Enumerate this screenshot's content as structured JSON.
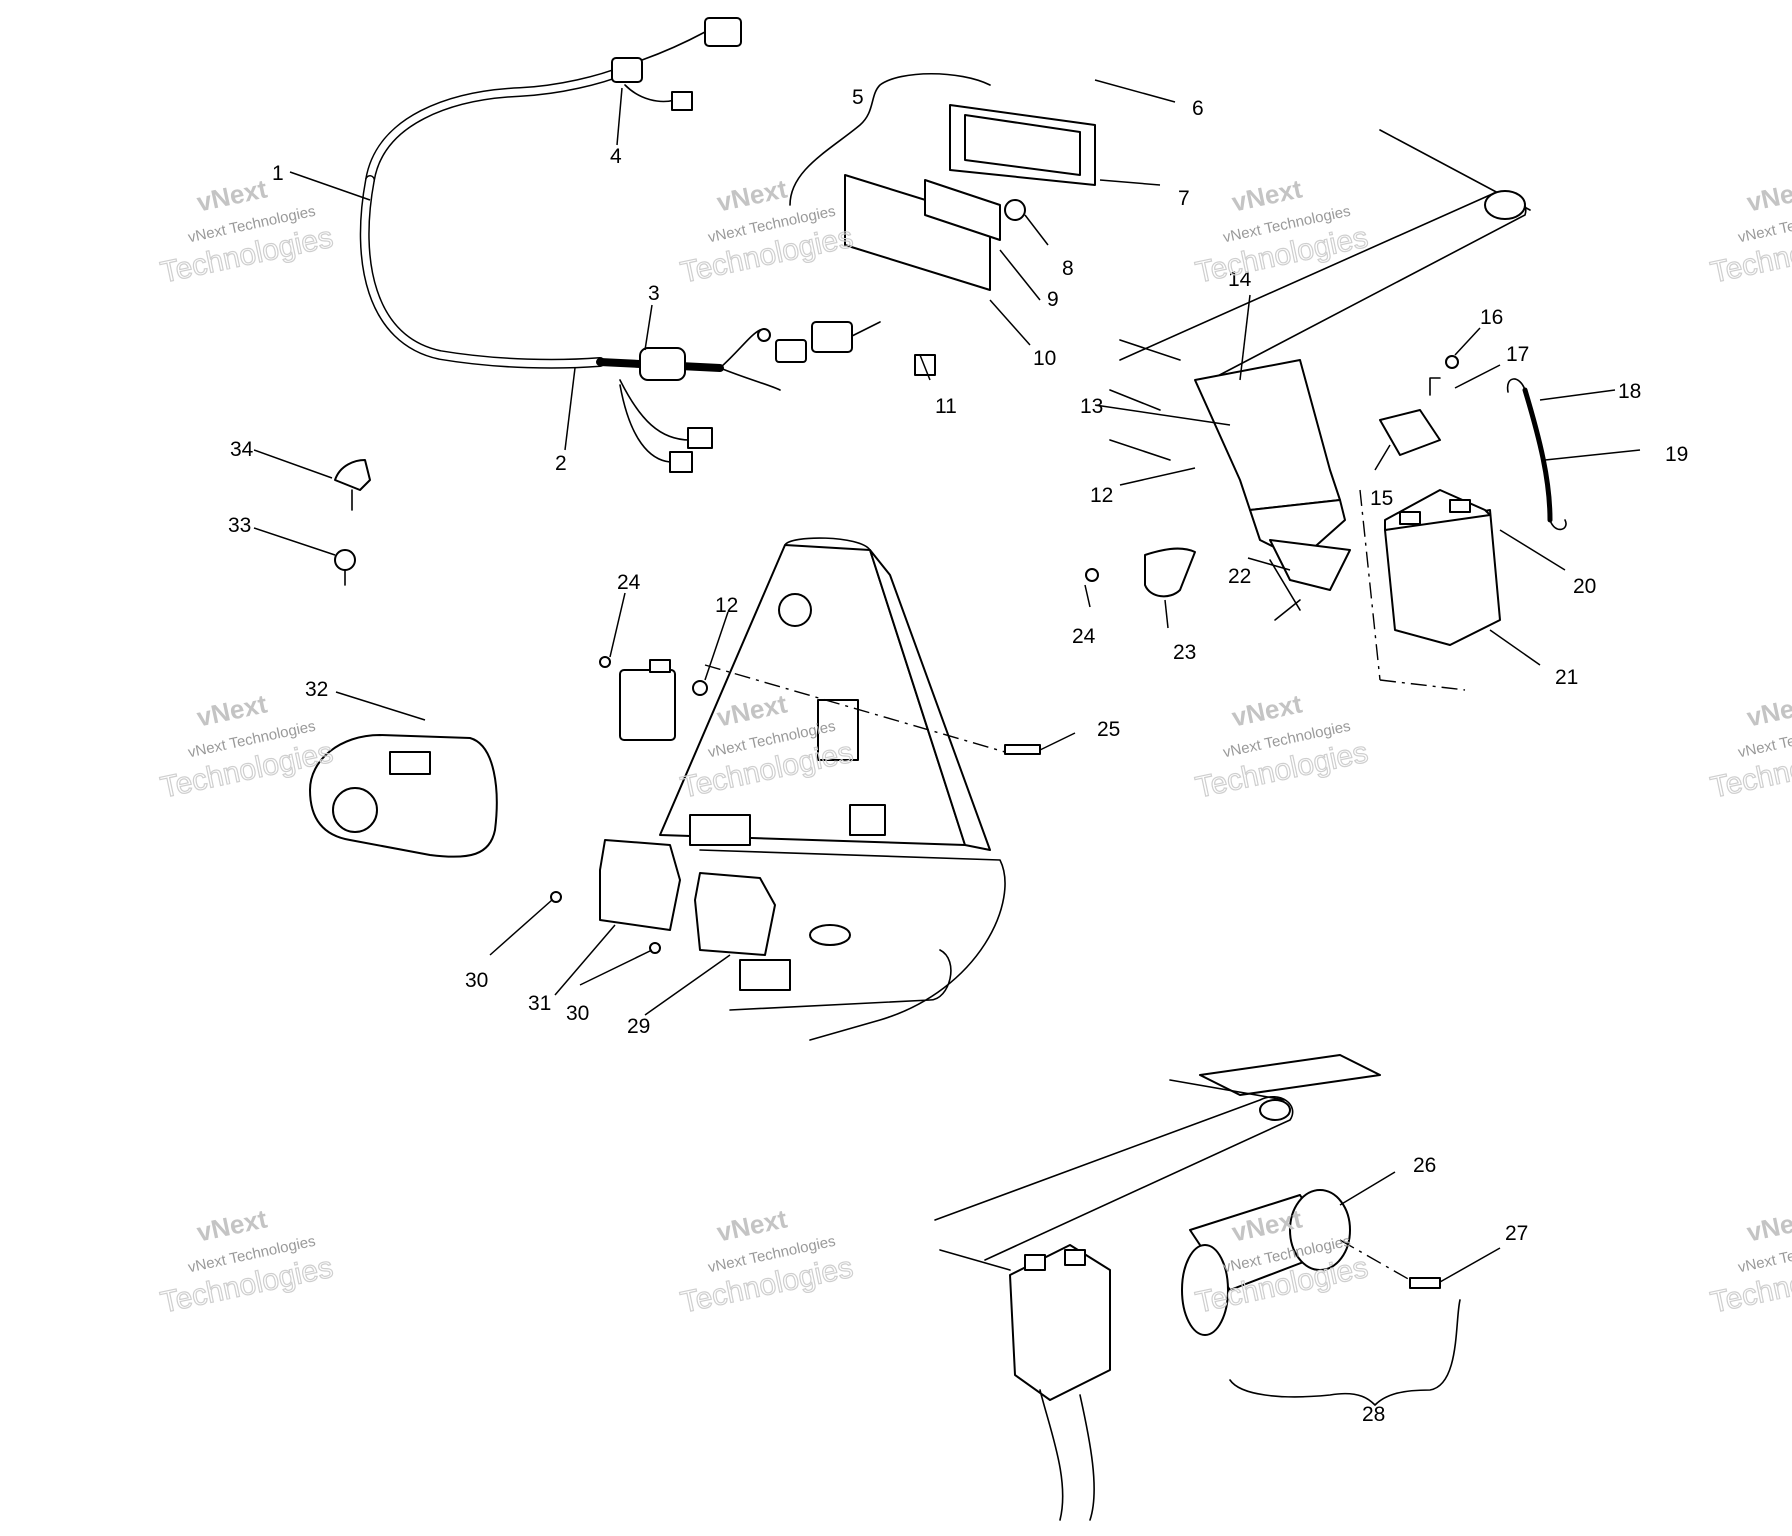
{
  "callouts": [
    {
      "id": "c1",
      "text": "1"
    },
    {
      "id": "c2",
      "text": "2"
    },
    {
      "id": "c3",
      "text": "3"
    },
    {
      "id": "c4",
      "text": "4"
    },
    {
      "id": "c5",
      "text": "5"
    },
    {
      "id": "c6",
      "text": "6"
    },
    {
      "id": "c7",
      "text": "7"
    },
    {
      "id": "c8",
      "text": "8"
    },
    {
      "id": "c9",
      "text": "9"
    },
    {
      "id": "c10",
      "text": "10"
    },
    {
      "id": "c11",
      "text": "11"
    },
    {
      "id": "c12a",
      "text": "12"
    },
    {
      "id": "c12b",
      "text": "12"
    },
    {
      "id": "c13",
      "text": "13"
    },
    {
      "id": "c14",
      "text": "14"
    },
    {
      "id": "c15",
      "text": "15"
    },
    {
      "id": "c16",
      "text": "16"
    },
    {
      "id": "c17",
      "text": "17"
    },
    {
      "id": "c18",
      "text": "18"
    },
    {
      "id": "c19",
      "text": "19"
    },
    {
      "id": "c20",
      "text": "20"
    },
    {
      "id": "c21",
      "text": "21"
    },
    {
      "id": "c22",
      "text": "22"
    },
    {
      "id": "c23",
      "text": "23"
    },
    {
      "id": "c24a",
      "text": "24"
    },
    {
      "id": "c24b",
      "text": "24"
    },
    {
      "id": "c25",
      "text": "25"
    },
    {
      "id": "c26",
      "text": "26"
    },
    {
      "id": "c27",
      "text": "27"
    },
    {
      "id": "c28",
      "text": "28"
    },
    {
      "id": "c29",
      "text": "29"
    },
    {
      "id": "c30a",
      "text": "30"
    },
    {
      "id": "c30b",
      "text": "30"
    },
    {
      "id": "c31",
      "text": "31"
    },
    {
      "id": "c32",
      "text": "32"
    },
    {
      "id": "c33",
      "text": "33"
    },
    {
      "id": "c34",
      "text": "34"
    }
  ],
  "watermark": {
    "line1": "vNext",
    "line2": "vNext Technologies",
    "line3": "Technologies"
  }
}
